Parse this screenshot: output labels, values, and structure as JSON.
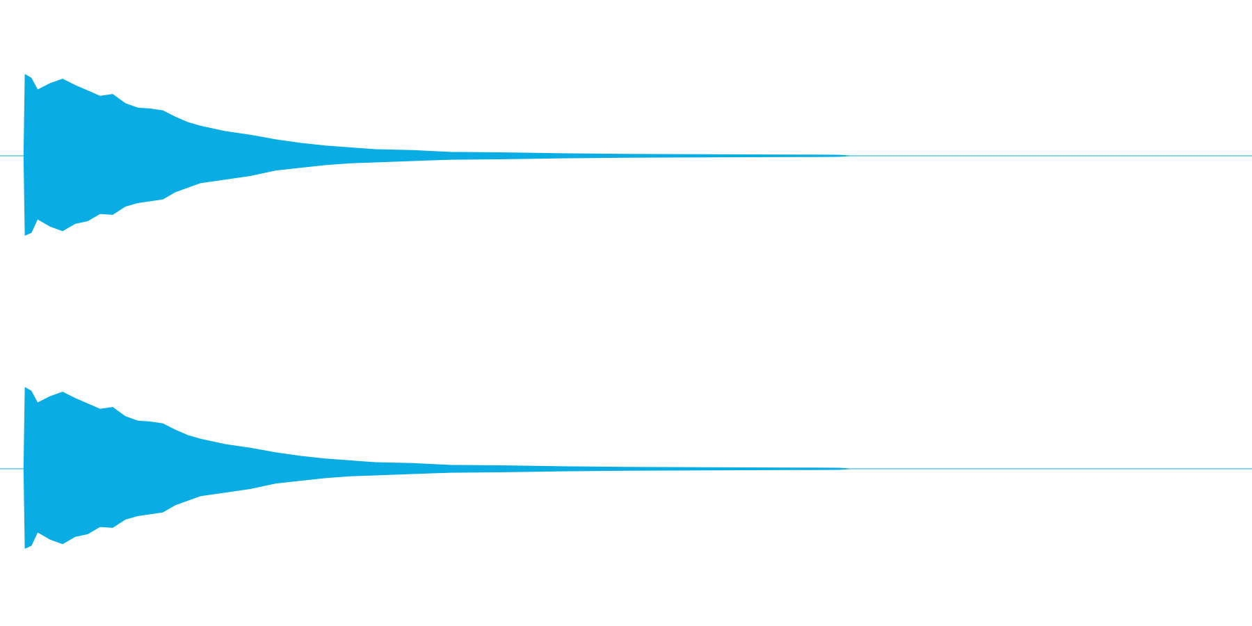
{
  "colors": {
    "background": "#ffffff",
    "waveform": "#09ade4"
  },
  "chart_data": {
    "type": "area",
    "title": "",
    "xlabel": "",
    "ylabel": "",
    "grid": false,
    "legend": "none",
    "xlim": [
      0,
      1
    ],
    "ylim": [
      -1,
      1
    ],
    "channels": 2,
    "series": [
      {
        "x": [
          0.0,
          0.019,
          0.02,
          0.025,
          0.03,
          0.04,
          0.05,
          0.06,
          0.07,
          0.08,
          0.09,
          0.1,
          0.11,
          0.12,
          0.13,
          0.14,
          0.15,
          0.16,
          0.18,
          0.2,
          0.22,
          0.24,
          0.26,
          0.28,
          0.3,
          0.33,
          0.36,
          0.4,
          0.45,
          0.5,
          0.55,
          0.6,
          0.65,
          0.67,
          0.68,
          1.0
        ],
        "upper": [
          0.0,
          0.0,
          0.9,
          0.86,
          0.73,
          0.8,
          0.85,
          0.78,
          0.72,
          0.66,
          0.68,
          0.58,
          0.53,
          0.52,
          0.5,
          0.43,
          0.37,
          0.33,
          0.27,
          0.23,
          0.18,
          0.14,
          0.11,
          0.09,
          0.07,
          0.06,
          0.04,
          0.035,
          0.025,
          0.018,
          0.015,
          0.012,
          0.01,
          0.008,
          0.0,
          0.0
        ],
        "lower": [
          0.0,
          0.0,
          -0.88,
          -0.85,
          -0.7,
          -0.78,
          -0.83,
          -0.75,
          -0.72,
          -0.64,
          -0.65,
          -0.56,
          -0.52,
          -0.5,
          -0.48,
          -0.4,
          -0.35,
          -0.3,
          -0.26,
          -0.22,
          -0.16,
          -0.13,
          -0.1,
          -0.08,
          -0.07,
          -0.055,
          -0.04,
          -0.035,
          -0.025,
          -0.018,
          -0.015,
          -0.012,
          -0.01,
          -0.008,
          0.0,
          0.0
        ]
      },
      {
        "x": [
          0.0,
          0.019,
          0.02,
          0.025,
          0.03,
          0.04,
          0.05,
          0.06,
          0.07,
          0.08,
          0.09,
          0.1,
          0.11,
          0.12,
          0.13,
          0.14,
          0.15,
          0.16,
          0.18,
          0.2,
          0.22,
          0.24,
          0.26,
          0.28,
          0.3,
          0.33,
          0.36,
          0.4,
          0.45,
          0.5,
          0.55,
          0.6,
          0.65,
          0.67,
          0.68,
          1.0
        ],
        "upper": [
          0.0,
          0.0,
          0.9,
          0.86,
          0.73,
          0.8,
          0.85,
          0.78,
          0.72,
          0.66,
          0.68,
          0.58,
          0.53,
          0.52,
          0.5,
          0.43,
          0.37,
          0.33,
          0.27,
          0.23,
          0.18,
          0.14,
          0.11,
          0.09,
          0.07,
          0.06,
          0.04,
          0.035,
          0.025,
          0.018,
          0.015,
          0.012,
          0.01,
          0.008,
          0.0,
          0.0
        ],
        "lower": [
          0.0,
          0.0,
          -0.88,
          -0.85,
          -0.7,
          -0.78,
          -0.83,
          -0.75,
          -0.72,
          -0.64,
          -0.65,
          -0.56,
          -0.52,
          -0.5,
          -0.48,
          -0.4,
          -0.35,
          -0.3,
          -0.26,
          -0.22,
          -0.16,
          -0.13,
          -0.1,
          -0.08,
          -0.07,
          -0.055,
          -0.04,
          -0.035,
          -0.025,
          -0.018,
          -0.015,
          -0.012,
          -0.01,
          -0.008,
          0.0,
          0.0
        ]
      }
    ]
  }
}
